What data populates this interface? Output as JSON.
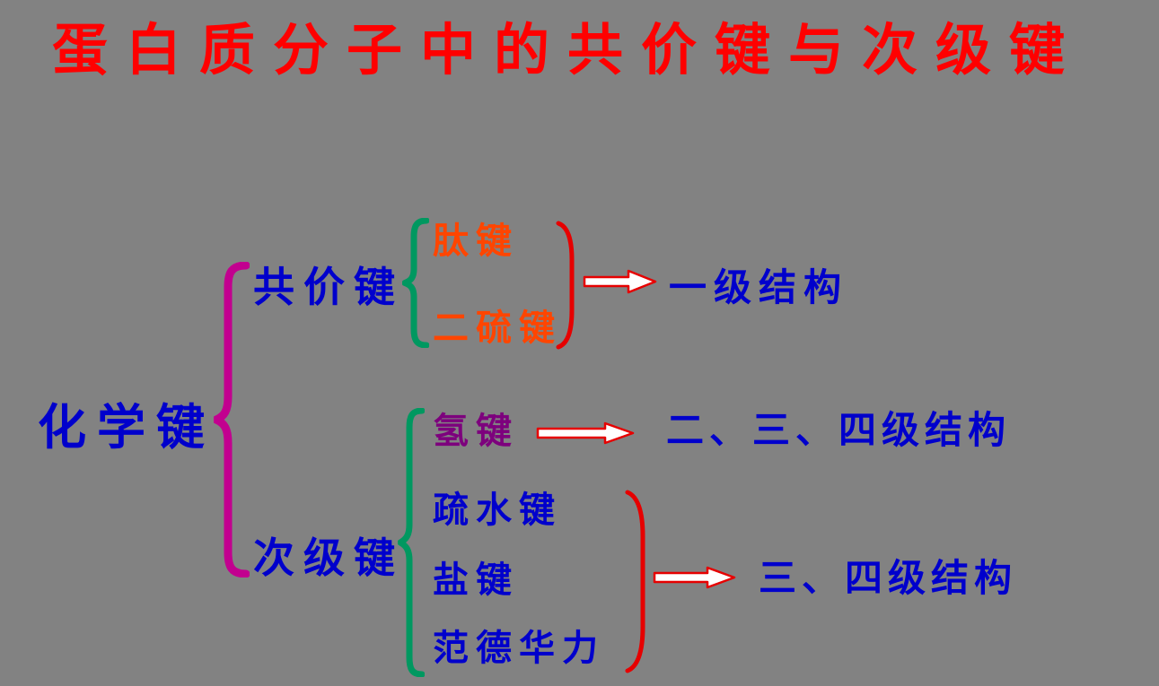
{
  "title": "蛋白质分子中的共价键与次级键",
  "colors": {
    "bg": "#828282",
    "title-red": "#FF0000",
    "blue": "#0000CC",
    "magenta": "#C2008F",
    "green": "#009860",
    "orange": "#FF4500",
    "purple": "#7D007D",
    "arrow-red": "#E60000",
    "arrow-fill": "#FFFFFF"
  },
  "tree": {
    "root": "化学键",
    "branches": [
      {
        "label": "共价键",
        "children": [
          "肽键",
          "二硫键"
        ],
        "result": "一级结构"
      },
      {
        "label": "次级键",
        "children": [
          "氢键",
          "疏水键",
          "盐键",
          "范德华力"
        ],
        "result_hydrogen": "二、三、四级结构",
        "result_group": "三、四级结构"
      }
    ]
  }
}
